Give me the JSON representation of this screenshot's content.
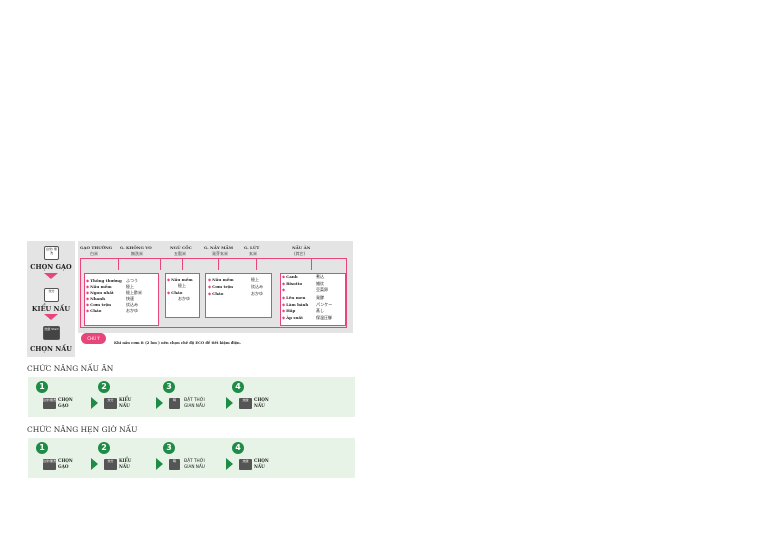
{
  "left": {
    "btn1_text": "白米/\n無洗",
    "btn1_label": "CHỌN GẠO",
    "btn2_text": "炊分",
    "btn2_label": "KIỂU NẤU",
    "btn3_text": "炊飯\nStart",
    "btn3_label": "CHỌN NẤU"
  },
  "headers": [
    {
      "vn": "GẠO THƯỜNG",
      "jp": "白米"
    },
    {
      "vn": "G. KHÔNG VO",
      "jp": "無洗米"
    },
    {
      "vn": "NGŨ CỐC",
      "jp": "五穀米"
    },
    {
      "vn": "G. NẢY MẦM",
      "jp": "発芽玄米"
    },
    {
      "vn": "G. LỨT",
      "jp": "玄米"
    },
    {
      "vn": "NẤU ĂN",
      "jp": "(其它)"
    }
  ],
  "box1": [
    {
      "vn": "Thông thường",
      "jp": "ふつう"
    },
    {
      "vn": "Nấu mềm",
      "jp": "極上"
    },
    {
      "vn": "Ngon nhất",
      "jp": "極上酢米"
    },
    {
      "vn": "Nhanh",
      "jp": "快速"
    },
    {
      "vn": "Cơm trộn",
      "jp": "炊込み"
    },
    {
      "vn": "Cháo",
      "jp": "おかゆ"
    }
  ],
  "box2": [
    {
      "vn": "Nấu mềm",
      "jp": "極上"
    },
    {
      "vn": "Cháo",
      "jp": "おかゆ"
    }
  ],
  "box3": [
    {
      "vn": "Nấu mềm",
      "jp": "極上"
    },
    {
      "vn": "Cơm trộn",
      "jp": "炊込み"
    },
    {
      "vn": "Cháo",
      "jp": "おかゆ"
    }
  ],
  "box4": [
    {
      "vn": "Canh",
      "jp": "煮込"
    },
    {
      "vn": "Risotto",
      "jp": "雑炊"
    },
    {
      "vn": "",
      "jp": "豆菜卵"
    },
    {
      "vn": "Lên men",
      "jp": "発酵"
    },
    {
      "vn": "Làm bánh",
      "jp": "パンケー"
    },
    {
      "vn": "Hấp",
      "jp": "蒸し"
    },
    {
      "vn": "Áp suất",
      "jp": "保温圧御"
    }
  ],
  "note": {
    "badge": "CHÚ Ý",
    "text": "Khi nấu cơm ít (2 lon ) nên chọn chế độ ECO để tiết kiệm điện."
  },
  "section1": {
    "title": "CHỨC NĂNG NẤU ĂN",
    "steps": [
      {
        "num": "1",
        "icon": "白米/無洗",
        "label1": "CHỌN",
        "label2": "GẠO"
      },
      {
        "num": "2",
        "icon": "炊分",
        "label1": "KIỂU",
        "label2": "NẤU"
      },
      {
        "num": "3",
        "icon": "時",
        "label1": "ĐẶT THỜI",
        "label2": "GIAN NẤU"
      },
      {
        "num": "4",
        "icon": "炊飯",
        "label1": "CHỌN",
        "label2": "NẤU"
      }
    ]
  },
  "section2": {
    "title": "CHỨC NĂNG HẸN GIỜ NẤU",
    "steps": [
      {
        "num": "1",
        "icon": "白米/無洗",
        "label1": "CHỌN",
        "label2": "GẠO"
      },
      {
        "num": "2",
        "icon": "炊分",
        "label1": "KIỂU",
        "label2": "NẤU"
      },
      {
        "num": "3",
        "icon": "時",
        "label1": "ĐẶT THỜI",
        "label2": "GIAN NẤU"
      },
      {
        "num": "4",
        "icon": "炊飯",
        "label1": "CHỌN",
        "label2": "NẤU"
      }
    ]
  },
  "colors": {
    "accent": "#e8457a",
    "green": "#1e8b46",
    "panel": "#e4e4e4",
    "band": "#e6f3e6"
  }
}
